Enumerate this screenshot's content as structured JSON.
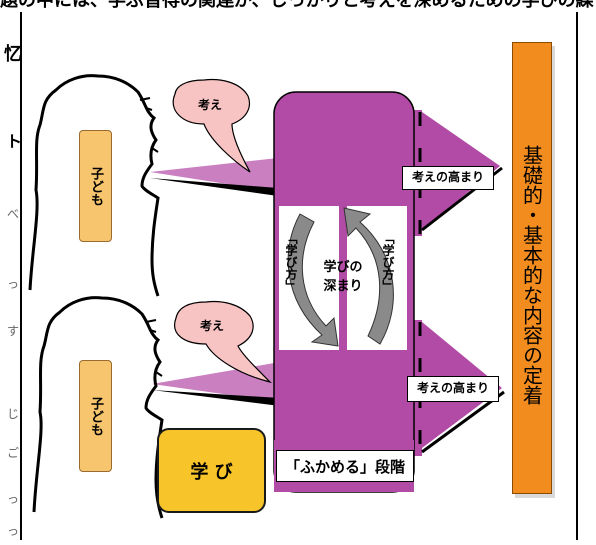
{
  "header": {
    "caption": "題の中には、学ぶ習得の関連が、しっかりと考えを深めるための学びの繰り返し"
  },
  "side_chars": [
    "忆",
    "ト",
    "べ",
    "っ",
    "す",
    "じ",
    "ご",
    "っ",
    "っ"
  ],
  "students": [
    {
      "label": "子ども",
      "bubble": "考え"
    },
    {
      "label": "子ども",
      "bubble": "考え"
    }
  ],
  "center": {
    "cycle_left": "「学び方」",
    "cycle_right": "「学び方」",
    "caption": "学びの\n深まり"
  },
  "arrows": [
    {
      "label": "考えの高まり"
    },
    {
      "label": "考えの高まり"
    }
  ],
  "manabi": "学 び",
  "stage": "「ふかめる」段階",
  "goal": "基礎的・基本的な内容の定着",
  "colors": {
    "purple": "#b24ba6",
    "purple_light": "#c97fc0",
    "goal_orange": "#f28c1e",
    "student_label": "#f6c56d",
    "manabi_yellow": "#f7c52a",
    "bubble_pink": "#f8c3c3",
    "cycle_gray": "#8a8a8a"
  }
}
